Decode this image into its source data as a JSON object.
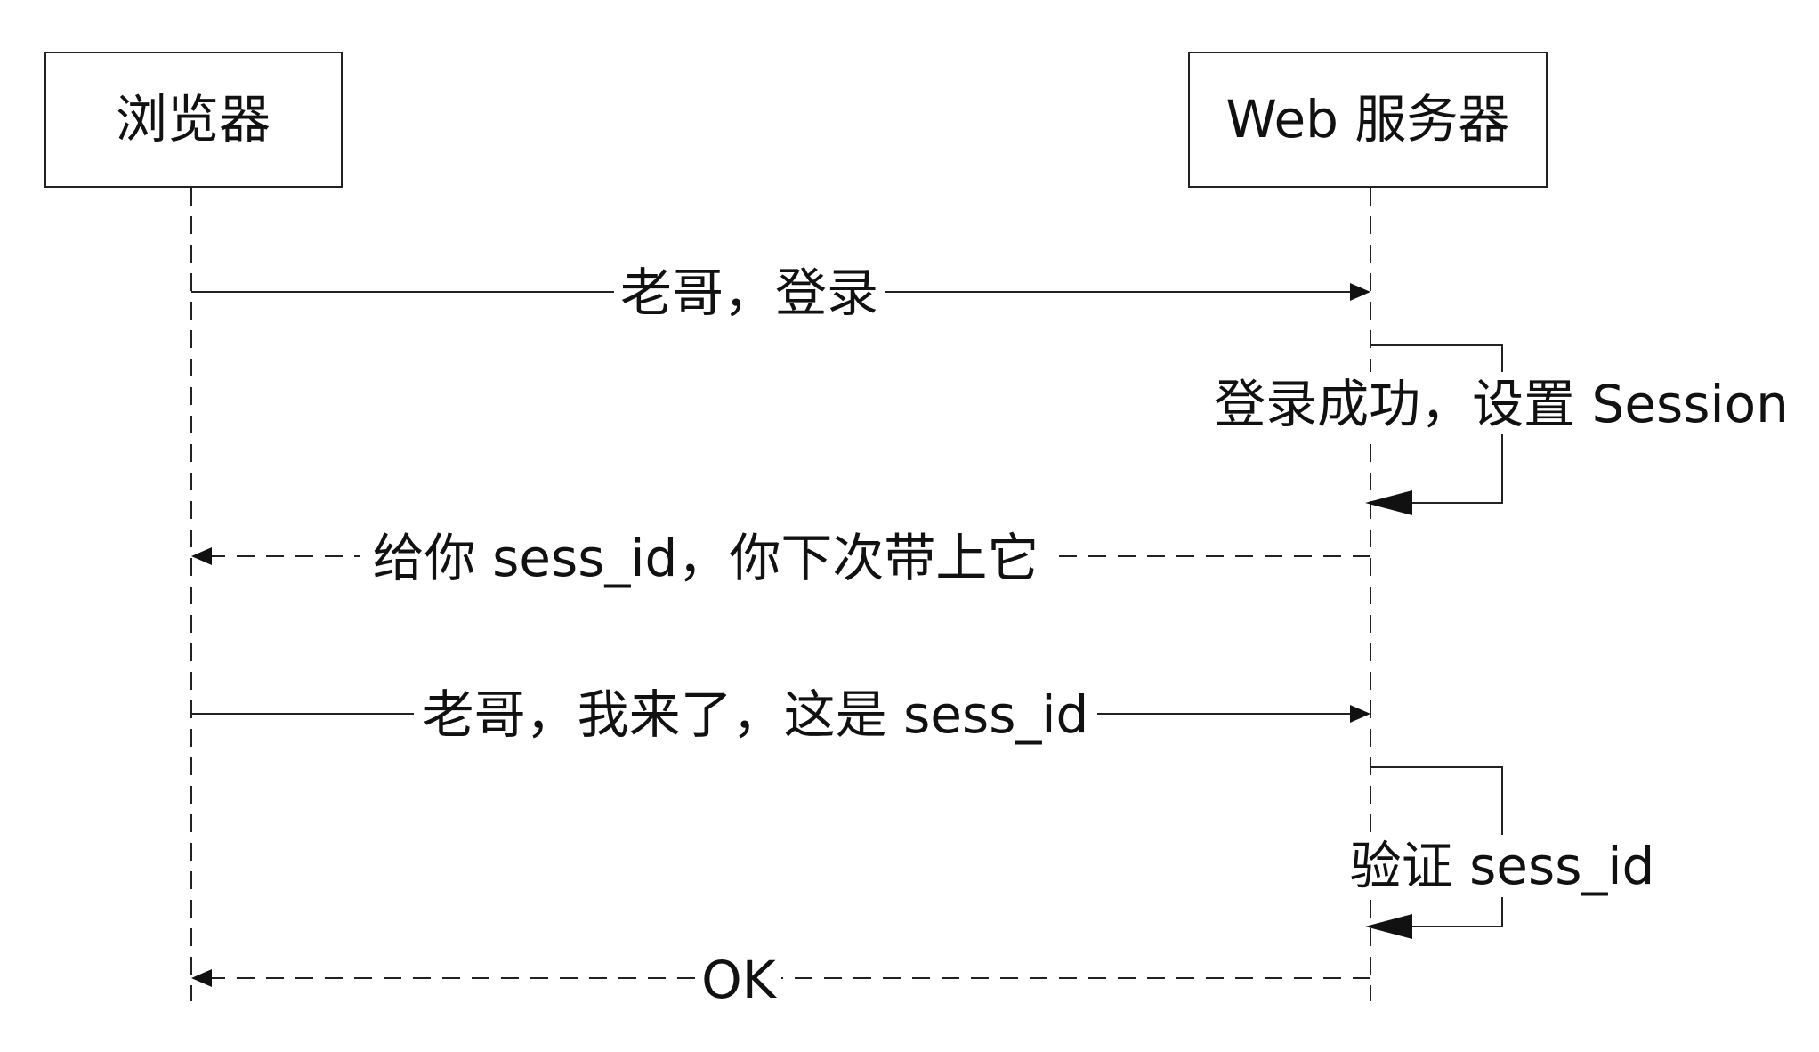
{
  "participants": [
    {
      "id": "browser",
      "label": "浏览器"
    },
    {
      "id": "server",
      "label": "Web 服务器"
    }
  ],
  "messages": [
    {
      "id": "login",
      "from": "browser",
      "to": "server",
      "style": "solid",
      "label": "老哥，登录"
    },
    {
      "id": "set-session",
      "from": "server",
      "to": "server",
      "style": "solid",
      "label": "登录成功，设置 Session"
    },
    {
      "id": "give-sess-id",
      "from": "server",
      "to": "browser",
      "style": "dashed",
      "label": "给你 sess_id，你下次带上它"
    },
    {
      "id": "send-sess-id",
      "from": "browser",
      "to": "server",
      "style": "solid",
      "label": "老哥，我来了，这是 sess_id"
    },
    {
      "id": "verify-sess-id",
      "from": "server",
      "to": "server",
      "style": "solid",
      "label": "验证 sess_id"
    },
    {
      "id": "ok",
      "from": "server",
      "to": "browser",
      "style": "dashed",
      "label": "OK"
    }
  ]
}
